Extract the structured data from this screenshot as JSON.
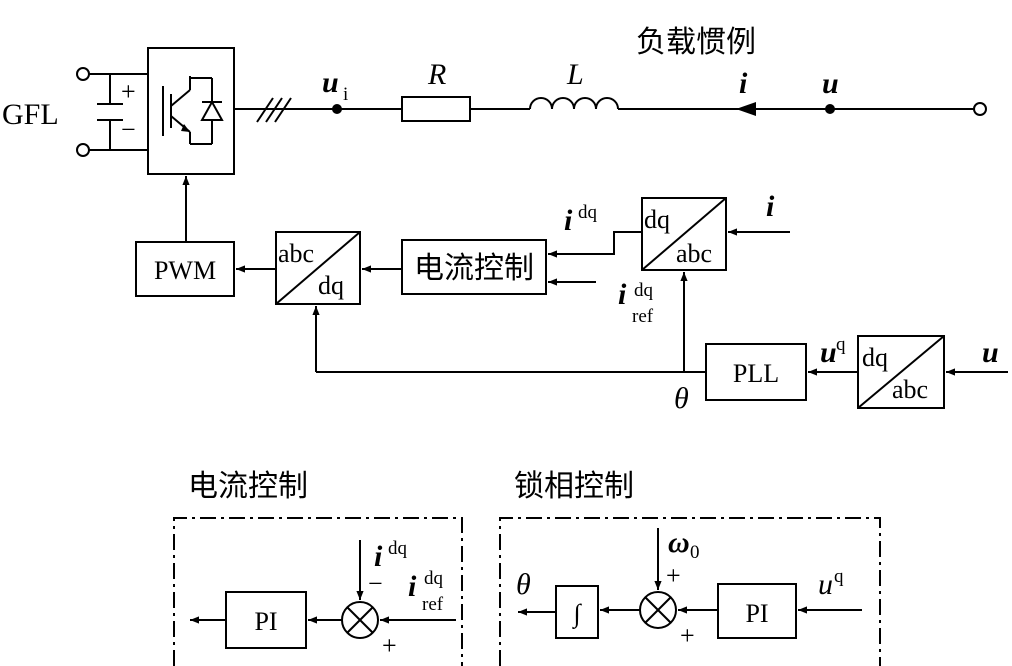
{
  "top": {
    "title": "负载惯例",
    "source_label": "GFL",
    "cap_plus": "+",
    "cap_minus": "−",
    "node_ui": "u",
    "node_ui_sub": "i",
    "resistor_label": "R",
    "inductor_label": "L",
    "current_label": "i",
    "grid_voltage_label": "u"
  },
  "blocks": {
    "pwm": "PWM",
    "abc_dq_top": "abc",
    "abc_dq_bottom": "dq",
    "current_control": "电流控制",
    "dq_abc1_top": "dq",
    "dq_abc1_bottom": "abc",
    "pll": "PLL",
    "dq_abc2_top": "dq",
    "dq_abc2_bottom": "abc"
  },
  "signals": {
    "i_dq": "i",
    "i_dq_sup": "dq",
    "i_ref": "i",
    "i_ref_sup": "dq",
    "i_ref_sub": "ref",
    "i_in": "i",
    "theta": "θ",
    "uq": "u",
    "uq_sup": "q",
    "u_in": "u"
  },
  "current_control_detail": {
    "title": "电流控制",
    "pi": "PI",
    "i_dq": "i",
    "i_dq_sup": "dq",
    "minus": "−",
    "i_ref": "i",
    "i_ref_sup": "dq",
    "i_ref_sub": "ref",
    "plus": "+"
  },
  "pll_detail": {
    "title": "锁相控制",
    "theta": "θ",
    "integrator": "∫",
    "omega": "ω",
    "omega_sub": "0",
    "plus_top": "+",
    "plus_bottom": "+",
    "pi": "PI",
    "uq": "u",
    "uq_sup": "q"
  }
}
